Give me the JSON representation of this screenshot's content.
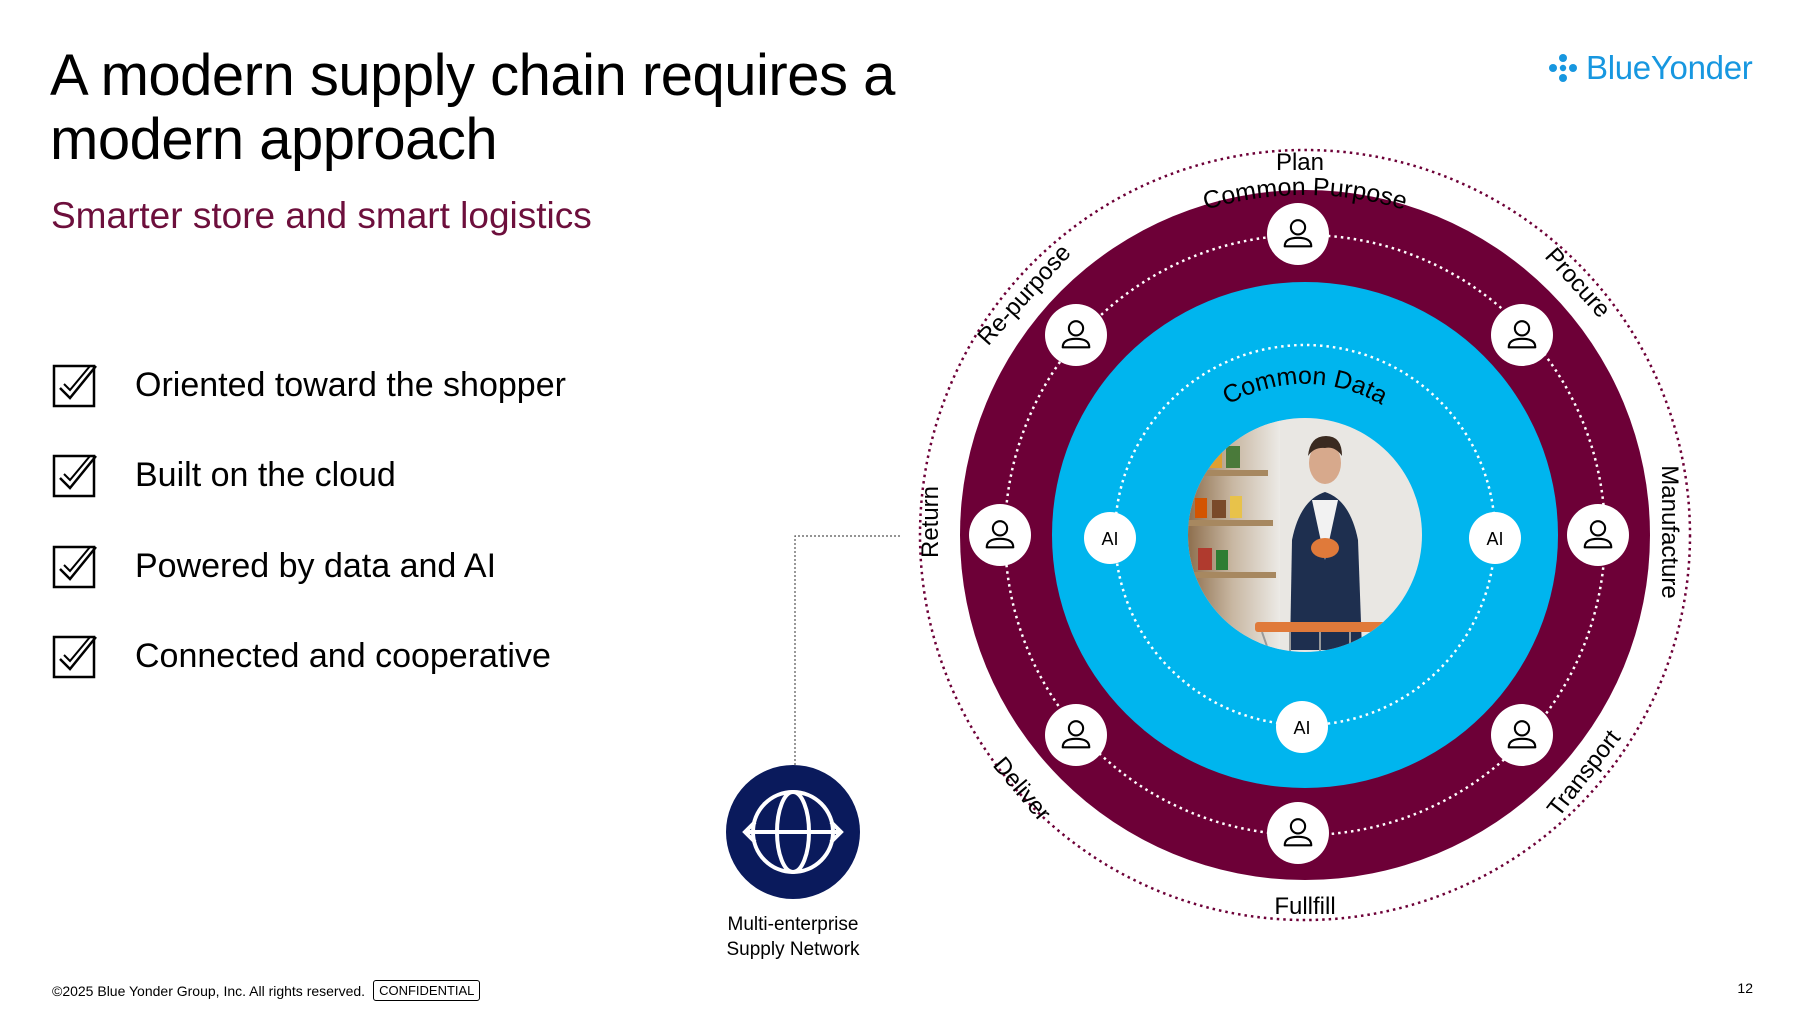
{
  "slide": {
    "title": "A modern supply chain requires a modern approach",
    "subtitle": "Smarter store and smart logistics",
    "logo_text": "BlueYonder"
  },
  "checklist": [
    {
      "label": "Oriented toward the shopper"
    },
    {
      "label": "Built on the cloud"
    },
    {
      "label": "Powered by data and AI"
    },
    {
      "label": "Connected and cooperative"
    }
  ],
  "diagram": {
    "outer_labels": {
      "plan": "Plan",
      "procure": "Procure",
      "manufacture": "Manufacture",
      "transport": "Transport",
      "fulfill": "Fullfill",
      "deliver": "Deliver",
      "return": "Return",
      "repurpose": "Re-purpose"
    },
    "inner_labels": {
      "common_purpose": "Common Purpose",
      "common_data": "Common Data"
    },
    "ai_badge": "AI",
    "network_label_line1": "Multi-enterprise",
    "network_label_line2": "Supply Network",
    "colors": {
      "maroon": "#6d0037",
      "cyan": "#00b5ee",
      "navy": "#0a1a5c",
      "subtitle": "#6d0f3c",
      "logo_blue": "#1797e0"
    },
    "icons": [
      "person-icon",
      "globe-arrows-icon",
      "shopper-photo"
    ]
  },
  "footer": {
    "copyright": "©2025 Blue Yonder Group, Inc. All rights reserved.",
    "confidential": "CONFIDENTIAL",
    "page_number": "12"
  }
}
